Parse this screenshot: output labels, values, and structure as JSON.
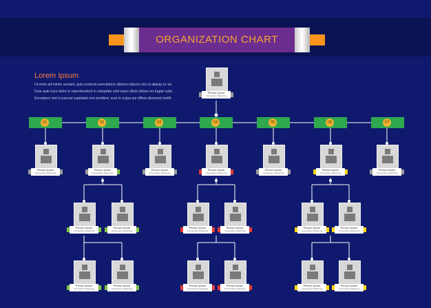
{
  "header": {
    "title": "ORGANIZATION CHART"
  },
  "intro": {
    "heading": "Lorem Ipsum",
    "lines": [
      "Ut enim ad minim veniam, quis nostrud exercitation ullamco laboris nisi ut aliquip ex ea",
      "Duis aute irure dolor in reprehenderit in voluptate velit esse cillum dolore eu fugiat nulla",
      "Excepteur sint occaecat cupidatat non proident, sunt in culpa qui officia deserunt mollit"
    ]
  },
  "colors": {
    "background": "#0f1a6e",
    "band": "#0a1352",
    "banner": "#6b2d8f",
    "banner_text": "#f7a531",
    "tag": "#2fa84f",
    "gray": "#9b9b9b",
    "green": "#7ac143",
    "red": "#e53935",
    "yellow": "#ffd400"
  },
  "tags": [
    "01",
    "02",
    "03",
    "04",
    "05",
    "06",
    "07"
  ],
  "person": {
    "name": "Person Ipsum",
    "role": "Consectetur Adipiscing"
  }
}
